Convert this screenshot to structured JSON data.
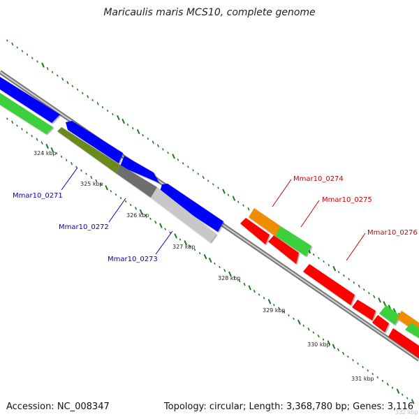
{
  "title": "Maricaulis maris MCS10, complete genome",
  "footer": {
    "accession": "Accession: NC_008347",
    "summary": "Topology: circular; Length: 3,368,780 bp; Genes: 3,116"
  },
  "ruler": {
    "labels": [
      "324 kbp",
      "325 kbp",
      "326 kbp",
      "327 kbp",
      "328 kbp",
      "329 kbp",
      "330 kbp",
      "331 kbp",
      "332 kbp"
    ]
  },
  "genes": {
    "labels": [
      {
        "text": "Mmar10_0271",
        "color": "#0000cc"
      },
      {
        "text": "Mmar10_0272",
        "color": "#0000cc"
      },
      {
        "text": "Mmar10_0273",
        "color": "#0000cc"
      },
      {
        "text": "Mmar10_0274",
        "color": "#cc0000"
      },
      {
        "text": "Mmar10_0275",
        "color": "#cc0000"
      },
      {
        "text": "Mmar10_0276",
        "color": "#cc0000"
      }
    ]
  },
  "colors": {
    "forward_cds": "#0000ff",
    "reverse_cds": "#ff0000",
    "gene_track": "#4cd04c",
    "rna_track": "#f08c00",
    "highlight_olive": "#6b8a1f",
    "highlight_dark": "#6e6e6e",
    "highlight_light": "#c8c8c8",
    "backbone": "#777777",
    "tick": "#1a7a1a"
  }
}
